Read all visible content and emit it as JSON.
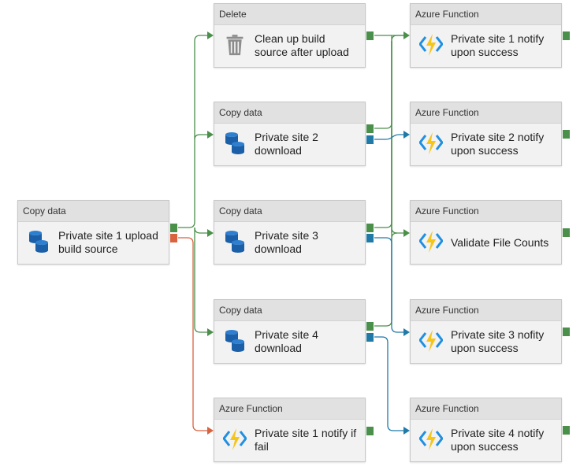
{
  "colors": {
    "success": "#4a8f4a",
    "completion": "#1f7aa8",
    "failure": "#d9623f",
    "node_background": "#f2f2f2",
    "node_header": "#e1e1e1",
    "azure_function_icon_blue": "#1f8fe0",
    "azure_function_icon_yellow": "#f5c518",
    "copy_icon_blue": "#1a5fa8",
    "delete_icon_gray": "#8c8c8c"
  },
  "activities": {
    "upload": {
      "type": "Copy data",
      "label": "Private site 1 upload build source",
      "icon": "copy-data-icon"
    },
    "cleanup": {
      "type": "Delete",
      "label": "Clean up build source after upload",
      "icon": "trash-icon"
    },
    "download2": {
      "type": "Copy data",
      "label": "Private site 2 download",
      "icon": "copy-data-icon"
    },
    "download3": {
      "type": "Copy data",
      "label": "Private site 3 download",
      "icon": "copy-data-icon"
    },
    "download4": {
      "type": "Copy data",
      "label": "Private site 4 download",
      "icon": "copy-data-icon"
    },
    "notify_fail": {
      "type": "Azure Function",
      "label": "Private site 1 notify if fail",
      "icon": "azure-function-icon"
    },
    "notify1": {
      "type": "Azure Function",
      "label": "Private site 1 notify upon success",
      "icon": "azure-function-icon"
    },
    "notify2": {
      "type": "Azure Function",
      "label": "Private site 2 notify upon success",
      "icon": "azure-function-icon"
    },
    "validate": {
      "type": "Azure Function",
      "label": "Validate File Counts",
      "icon": "azure-function-icon"
    },
    "notify3": {
      "type": "Azure Function",
      "label": "Private site 3 nofity upon success",
      "icon": "azure-function-icon"
    },
    "notify4": {
      "type": "Azure Function",
      "label": "Private site 4 notify upon success",
      "icon": "azure-function-icon"
    }
  },
  "dependencies": [
    {
      "from": "upload",
      "to": "cleanup",
      "condition": "success"
    },
    {
      "from": "upload",
      "to": "download2",
      "condition": "success"
    },
    {
      "from": "upload",
      "to": "download3",
      "condition": "success"
    },
    {
      "from": "upload",
      "to": "download4",
      "condition": "success"
    },
    {
      "from": "upload",
      "to": "notify_fail",
      "condition": "failure"
    },
    {
      "from": "cleanup",
      "to": "notify1",
      "condition": "success"
    },
    {
      "from": "download2",
      "to": "notify1",
      "condition": "success"
    },
    {
      "from": "download3",
      "to": "notify1",
      "condition": "success"
    },
    {
      "from": "download4",
      "to": "notify1",
      "condition": "success"
    },
    {
      "from": "download2",
      "to": "notify2",
      "condition": "completion"
    },
    {
      "from": "cleanup",
      "to": "validate",
      "condition": "success"
    },
    {
      "from": "download2",
      "to": "validate",
      "condition": "success"
    },
    {
      "from": "download3",
      "to": "validate",
      "condition": "success"
    },
    {
      "from": "download4",
      "to": "validate",
      "condition": "success"
    },
    {
      "from": "download3",
      "to": "notify3",
      "condition": "completion"
    },
    {
      "from": "download4",
      "to": "notify4",
      "condition": "completion"
    }
  ]
}
